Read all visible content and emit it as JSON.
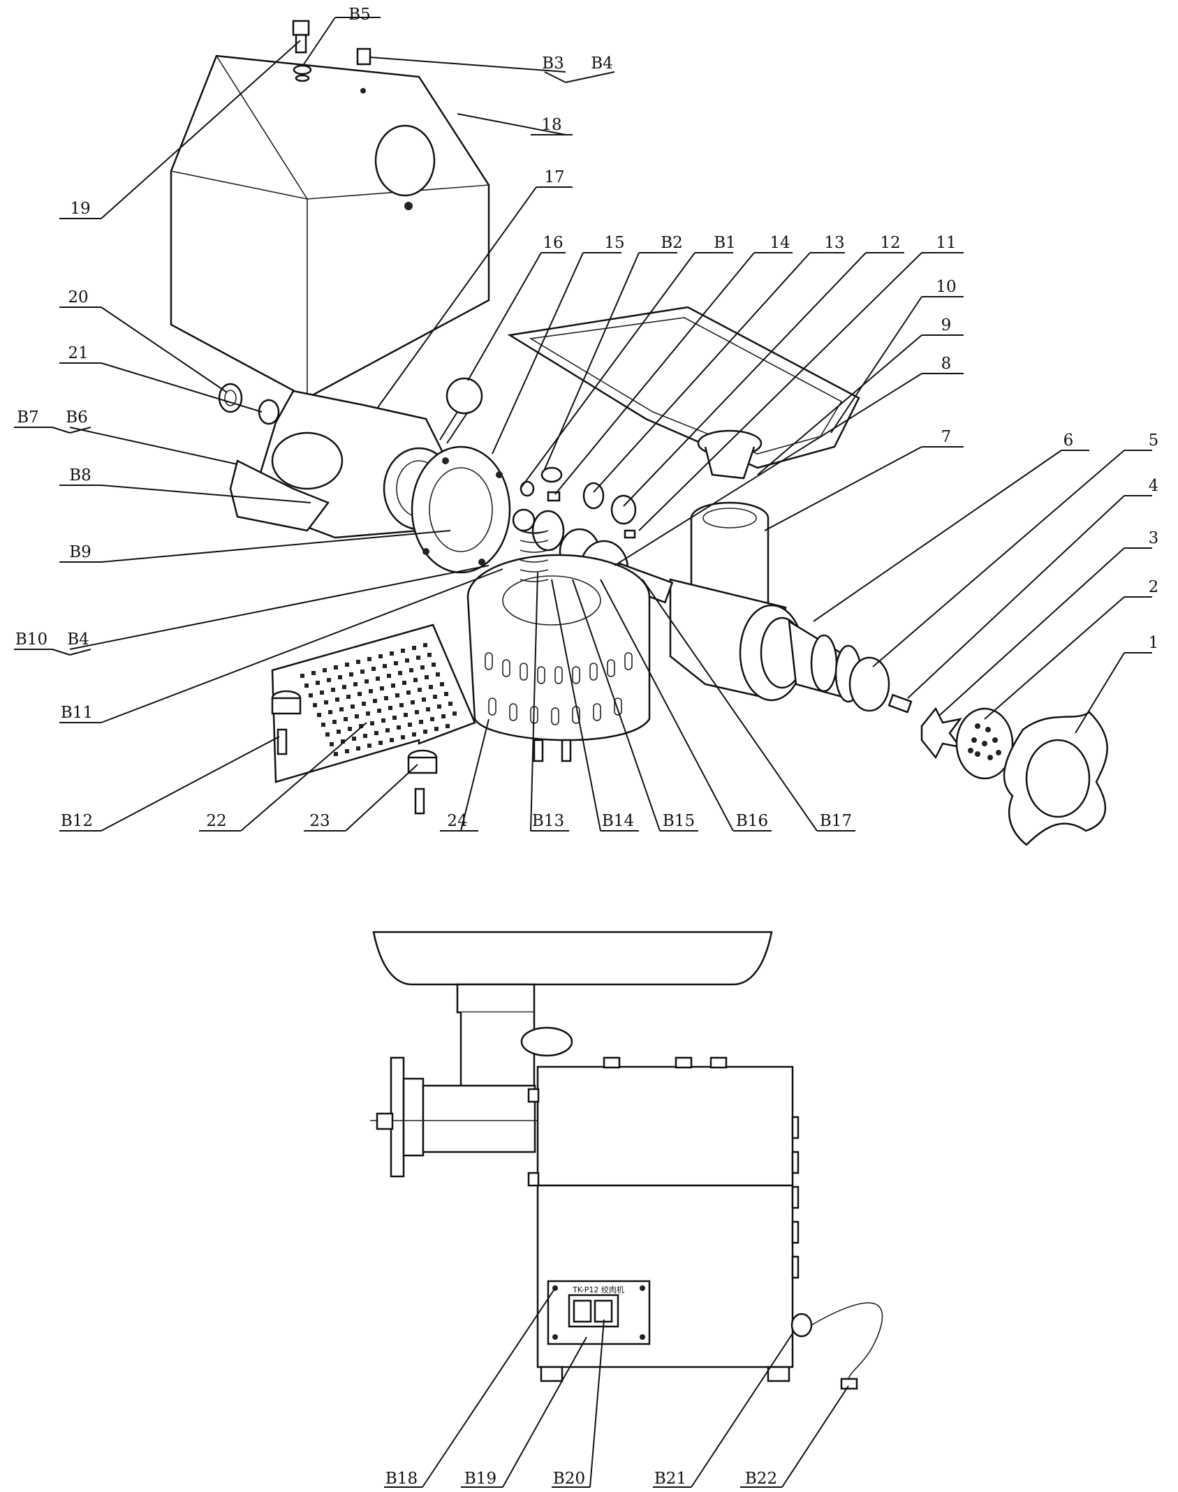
{
  "callouts": {
    "B5": "B5",
    "B3": "B3",
    "B4": "B4",
    "B6": "B6",
    "B7": "B7",
    "B8": "B8",
    "B9": "B9",
    "B10": "B10",
    "B11": "B11",
    "B12": "B12",
    "B13": "B13",
    "B14": "B14",
    "B15": "B15",
    "B16": "B16",
    "B17": "B17",
    "B1": "B1",
    "B2": "B2",
    "B18": "B18",
    "B19": "B19",
    "B20": "B20",
    "B21": "B21",
    "B22": "B22",
    "n1": "1",
    "n2": "2",
    "n3": "3",
    "n4": "4",
    "n5": "5",
    "n6": "6",
    "n7": "7",
    "n8": "8",
    "n9": "9",
    "n10": "10",
    "n11": "11",
    "n12": "12",
    "n13": "13",
    "n14": "14",
    "n15": "15",
    "n16": "16",
    "n17": "17",
    "n18": "18",
    "n19": "19",
    "n20": "20",
    "n21": "21",
    "n22": "22",
    "n23": "23",
    "n24": "24"
  },
  "switch_plate_text": "TK-P12 绞肉机"
}
